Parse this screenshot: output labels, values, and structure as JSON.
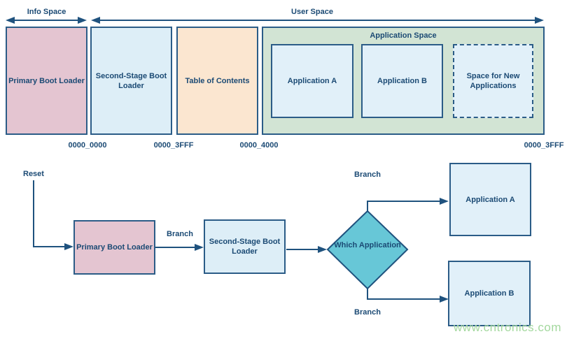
{
  "colors": {
    "line_navy": "#1f527e",
    "border_navy": "#2b5c87",
    "text_navy": "#1b4a74",
    "pink_fill": "#e4c5d1",
    "light_blue_fill": "#ddeef7",
    "peach_fill": "#fbe6d0",
    "green_fill": "#d2e4d4",
    "inner_blue_fill": "#e1f0f9",
    "teal_fill": "#67c7d7",
    "watermark_green": "#a3d89e"
  },
  "memory_map": {
    "info_space_label": "Info Space",
    "user_space_label": "User Space",
    "application_space_label": "Application Space",
    "blocks": [
      {
        "label": "Primary Boot Loader"
      },
      {
        "label": "Second-Stage Boot Loader"
      },
      {
        "label": "Table of Contents"
      }
    ],
    "application_slots": [
      {
        "label": "Application A",
        "border": "solid"
      },
      {
        "label": "Application B",
        "border": "solid"
      },
      {
        "label": "Space for New Applications",
        "border": "dashed"
      }
    ],
    "addresses": [
      {
        "value": "0000_0000"
      },
      {
        "value": "0000_3FFF"
      },
      {
        "value": "0000_4000"
      },
      {
        "value": "0000_3FFF"
      }
    ]
  },
  "flowchart": {
    "reset_label": "Reset",
    "branch_label_mid": "Branch",
    "branch_label_top": "Branch",
    "branch_label_bottom": "Branch",
    "nodes": {
      "primary_boot_loader": "Primary Boot Loader",
      "second_stage_boot_loader": "Second-Stage Boot Loader",
      "decision": "Which Application",
      "application_a": "Application A",
      "application_b": "Application B"
    }
  },
  "watermark": "www.cntronics.com"
}
